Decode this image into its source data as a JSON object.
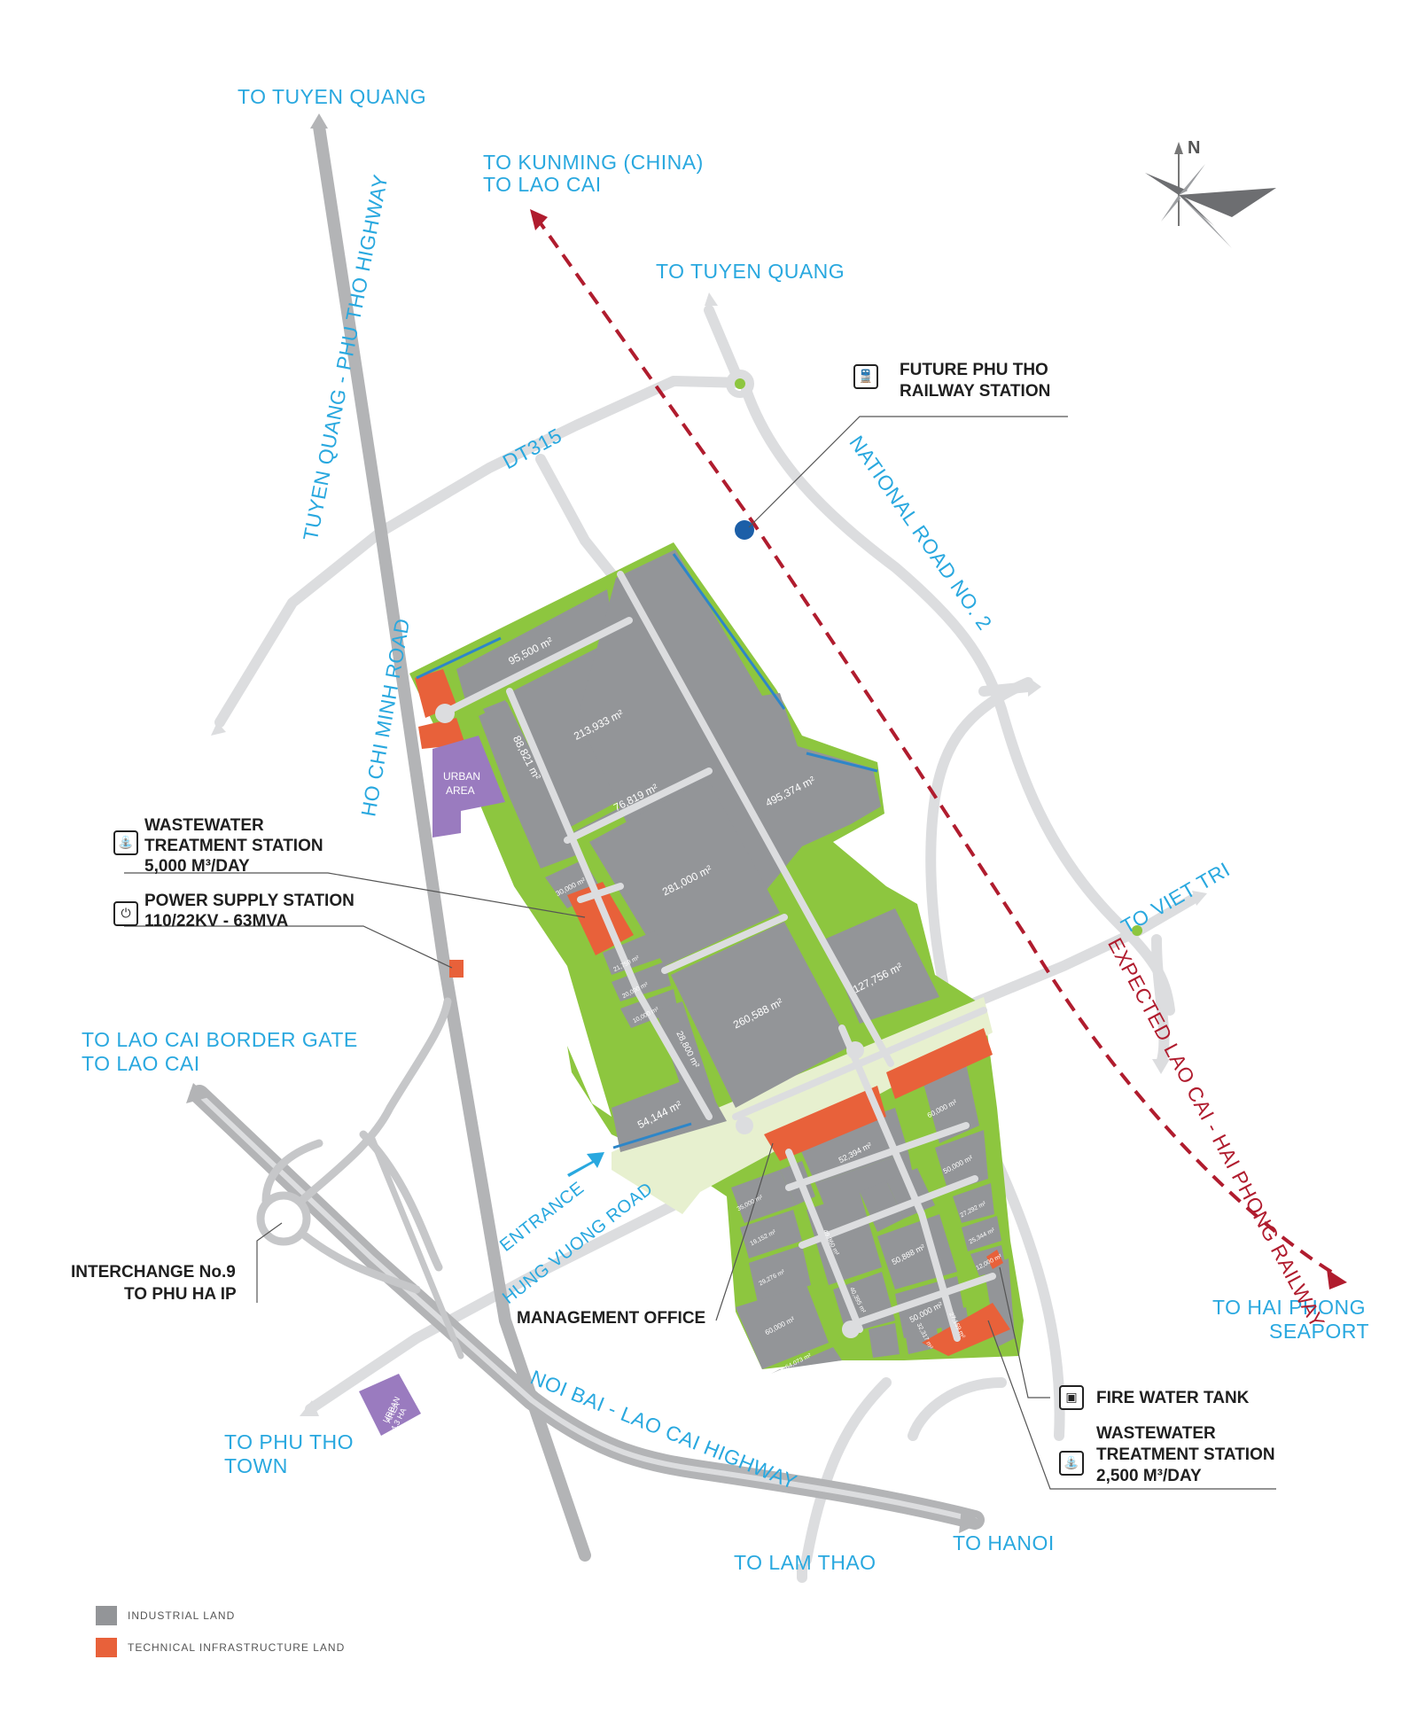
{
  "destinations": {
    "to_tuyen_quang_top": "TO TUYEN QUANG",
    "to_kunming_line1": "TO KUNMING (CHINA)",
    "to_kunming_line2": "TO LAO CAI",
    "to_tuyen_quang_mid": "TO TUYEN QUANG",
    "to_viet_tri": "TO VIET TRI",
    "to_lao_cai_border_line1": "TO LAO CAI BORDER GATE",
    "to_lao_cai_border_line2": "TO LAO CAI",
    "to_hai_phong_line1": "TO HAI PHONG",
    "to_hai_phong_line2": "SEAPORT",
    "to_phu_tho_line1": "TO PHU THO",
    "to_phu_tho_line2": "TOWN",
    "to_lam_thao": "TO LAM THAO",
    "to_hanoi": "TO HANOI"
  },
  "roads": {
    "tuyen_quang_highway": "TUYEN QUANG - PHU THO  HIGHWAY",
    "dt315": "DT315",
    "national_road_2": "NATIONAL ROAD NO. 2",
    "ho_chi_minh_road": "HO CHI MINH ROAD",
    "railway": "EXPECTED LAO CAI - HAI PHONG RAILWAY",
    "hung_vuong_road": "HUNG VUONG ROAD",
    "noi_bai_highway": "NOI BAI - LAO CAI  HIGHWAY",
    "entrance": "ENTRANCE"
  },
  "compass": {
    "north": "N"
  },
  "facilities": {
    "railway_station": {
      "line1": "FUTURE PHU THO",
      "line2": "RAILWAY STATION",
      "icon": "train-icon"
    },
    "wastewater_5000": {
      "line1": "WASTEWATER",
      "line2": "TREATMENT STATION",
      "line3": "5,000 M³/DAY",
      "icon": "faucet-icon"
    },
    "power_supply": {
      "line1": "POWER SUPPLY STATION",
      "line2": "110/22KV - 63MVA",
      "icon": "power-icon"
    },
    "interchange": {
      "line1": "INTERCHANGE No.9",
      "line2": "TO PHU HA IP"
    },
    "management_office": {
      "line1": "MANAGEMENT OFFICE"
    },
    "fire_water_tank": {
      "line1": "FIRE WATER TANK",
      "icon": "fire-tank-icon"
    },
    "wastewater_2500": {
      "line1": "WASTEWATER",
      "line2": "TREATMENT STATION",
      "line3": "2,500 M³/DAY",
      "icon": "faucet-icon"
    }
  },
  "urban_areas": {
    "north_line1": "URBAN",
    "north_line2": "AREA",
    "south_line1": "URBAN",
    "south_line2": "AREA",
    "south_line3": "4.3 HA"
  },
  "plots": {
    "p95500": "95,500 m²",
    "p213933": "213,933 m²",
    "p76819": "76,819 m²",
    "p88821": "88,821 m²",
    "p30000": "30,000 m²",
    "p495374": "495,374 m²",
    "p281000": "281,000 m²",
    "p260588": "260,588 m²",
    "p127756": "127,756 m²",
    "p21759": "21,759 m²",
    "p20000": "20,000 m²",
    "p10000": "10,000 m²",
    "p28800": "28,800 m²",
    "p54144": "54,144 m²",
    "p60000a": "60,000 m²",
    "p50000a": "50,000 m²",
    "p27292": "27,292 m²",
    "p25344": "25,344 m²",
    "p12000": "12,000 m²",
    "p52394": "52,394 m²",
    "p35000": "35,000 m²",
    "p19152": "19,152 m²",
    "p29276": "29,276 m²",
    "p60000b": "60,000 m²",
    "p64073": "64,073 m²",
    "p50888": "50,888 m²",
    "p50000b": "50,000 m²",
    "p40395": "40,395 m²",
    "p49360": "49,360 m²",
    "p32317": "32,317 m²",
    "p27159": "27,159 m²"
  },
  "legend": {
    "industrial": {
      "label": "INDUSTRIAL LAND",
      "color": "#939598"
    },
    "technical": {
      "label": "TECHNICAL INFRASTRUCTURE LAND",
      "color": "#e8613a"
    }
  },
  "colors": {
    "road": "#dcdddf",
    "highway": "#b3b4b6",
    "green": "#7dc242",
    "water": "#2e86c8",
    "urban": "#9a7bbf",
    "railway": "#b01c2e",
    "label_blue": "#29a8df"
  }
}
